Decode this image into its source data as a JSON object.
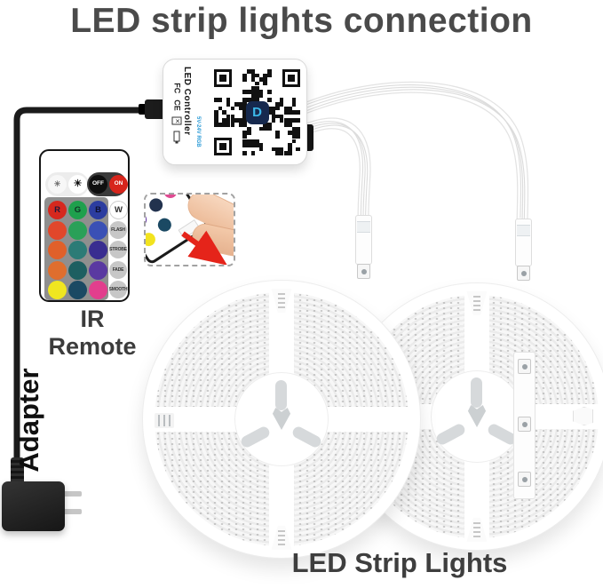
{
  "page": {
    "title": "LED strip lights connection"
  },
  "controller": {
    "name_label": "LED Controller",
    "spec_label": "5V-24V RGB",
    "fcc_mark": "FC",
    "ce_mark": "CE",
    "logo_glyph": "D",
    "logo_bg": "#16294e",
    "logo_fg": "#3cb9ea"
  },
  "remote": {
    "caption": "IR Remote",
    "rows": [
      [
        {
          "icon": "brightness-down",
          "glyph": "☀",
          "bg": "#f7f7f7",
          "fg": "#444444"
        },
        {
          "icon": "brightness-up",
          "glyph": "☀",
          "bg": "#ffffff",
          "fg": "#111111"
        },
        {
          "label": "OFF",
          "bg": "#0f0f0f",
          "fg": "#ffffff"
        },
        {
          "label": "ON",
          "bg": "#d7251c",
          "fg": "#ffffff"
        }
      ],
      [
        {
          "label": "R",
          "bg": "#d6281e",
          "fg": "#20183a"
        },
        {
          "label": "G",
          "bg": "#1fa04d",
          "fg": "#0f3324"
        },
        {
          "label": "B",
          "bg": "#2c3da0",
          "fg": "#0d0f2e"
        },
        {
          "label": "W",
          "bg": "#ffffff",
          "fg": "#2b2b2b"
        }
      ],
      [
        {
          "bg": "#e1472b"
        },
        {
          "bg": "#2aa058"
        },
        {
          "bg": "#3a50b5"
        },
        {
          "label": "FLASH",
          "bg": "#c7c7c7",
          "fg": "#333333"
        }
      ],
      [
        {
          "bg": "#e0602a"
        },
        {
          "bg": "#2c7b76"
        },
        {
          "bg": "#392d90"
        },
        {
          "label": "STROBE",
          "bg": "#c7c7c7",
          "fg": "#333333"
        }
      ],
      [
        {
          "bg": "#df6e2e"
        },
        {
          "bg": "#1d5f61"
        },
        {
          "bg": "#5a39a1"
        },
        {
          "label": "FADE",
          "bg": "#c7c7c7",
          "fg": "#333333"
        }
      ],
      [
        {
          "bg": "#f0e620"
        },
        {
          "bg": "#1b4963"
        },
        {
          "bg": "#e23e8d"
        },
        {
          "label": "SMOOTH",
          "bg": "#c7c7c7",
          "fg": "#333333"
        }
      ]
    ]
  },
  "adapter": {
    "caption": "Adapter"
  },
  "strips": {
    "caption": "LED Strip Lights",
    "reels_visible": 2
  },
  "inset": {
    "arrow_color": "#e5241a"
  }
}
